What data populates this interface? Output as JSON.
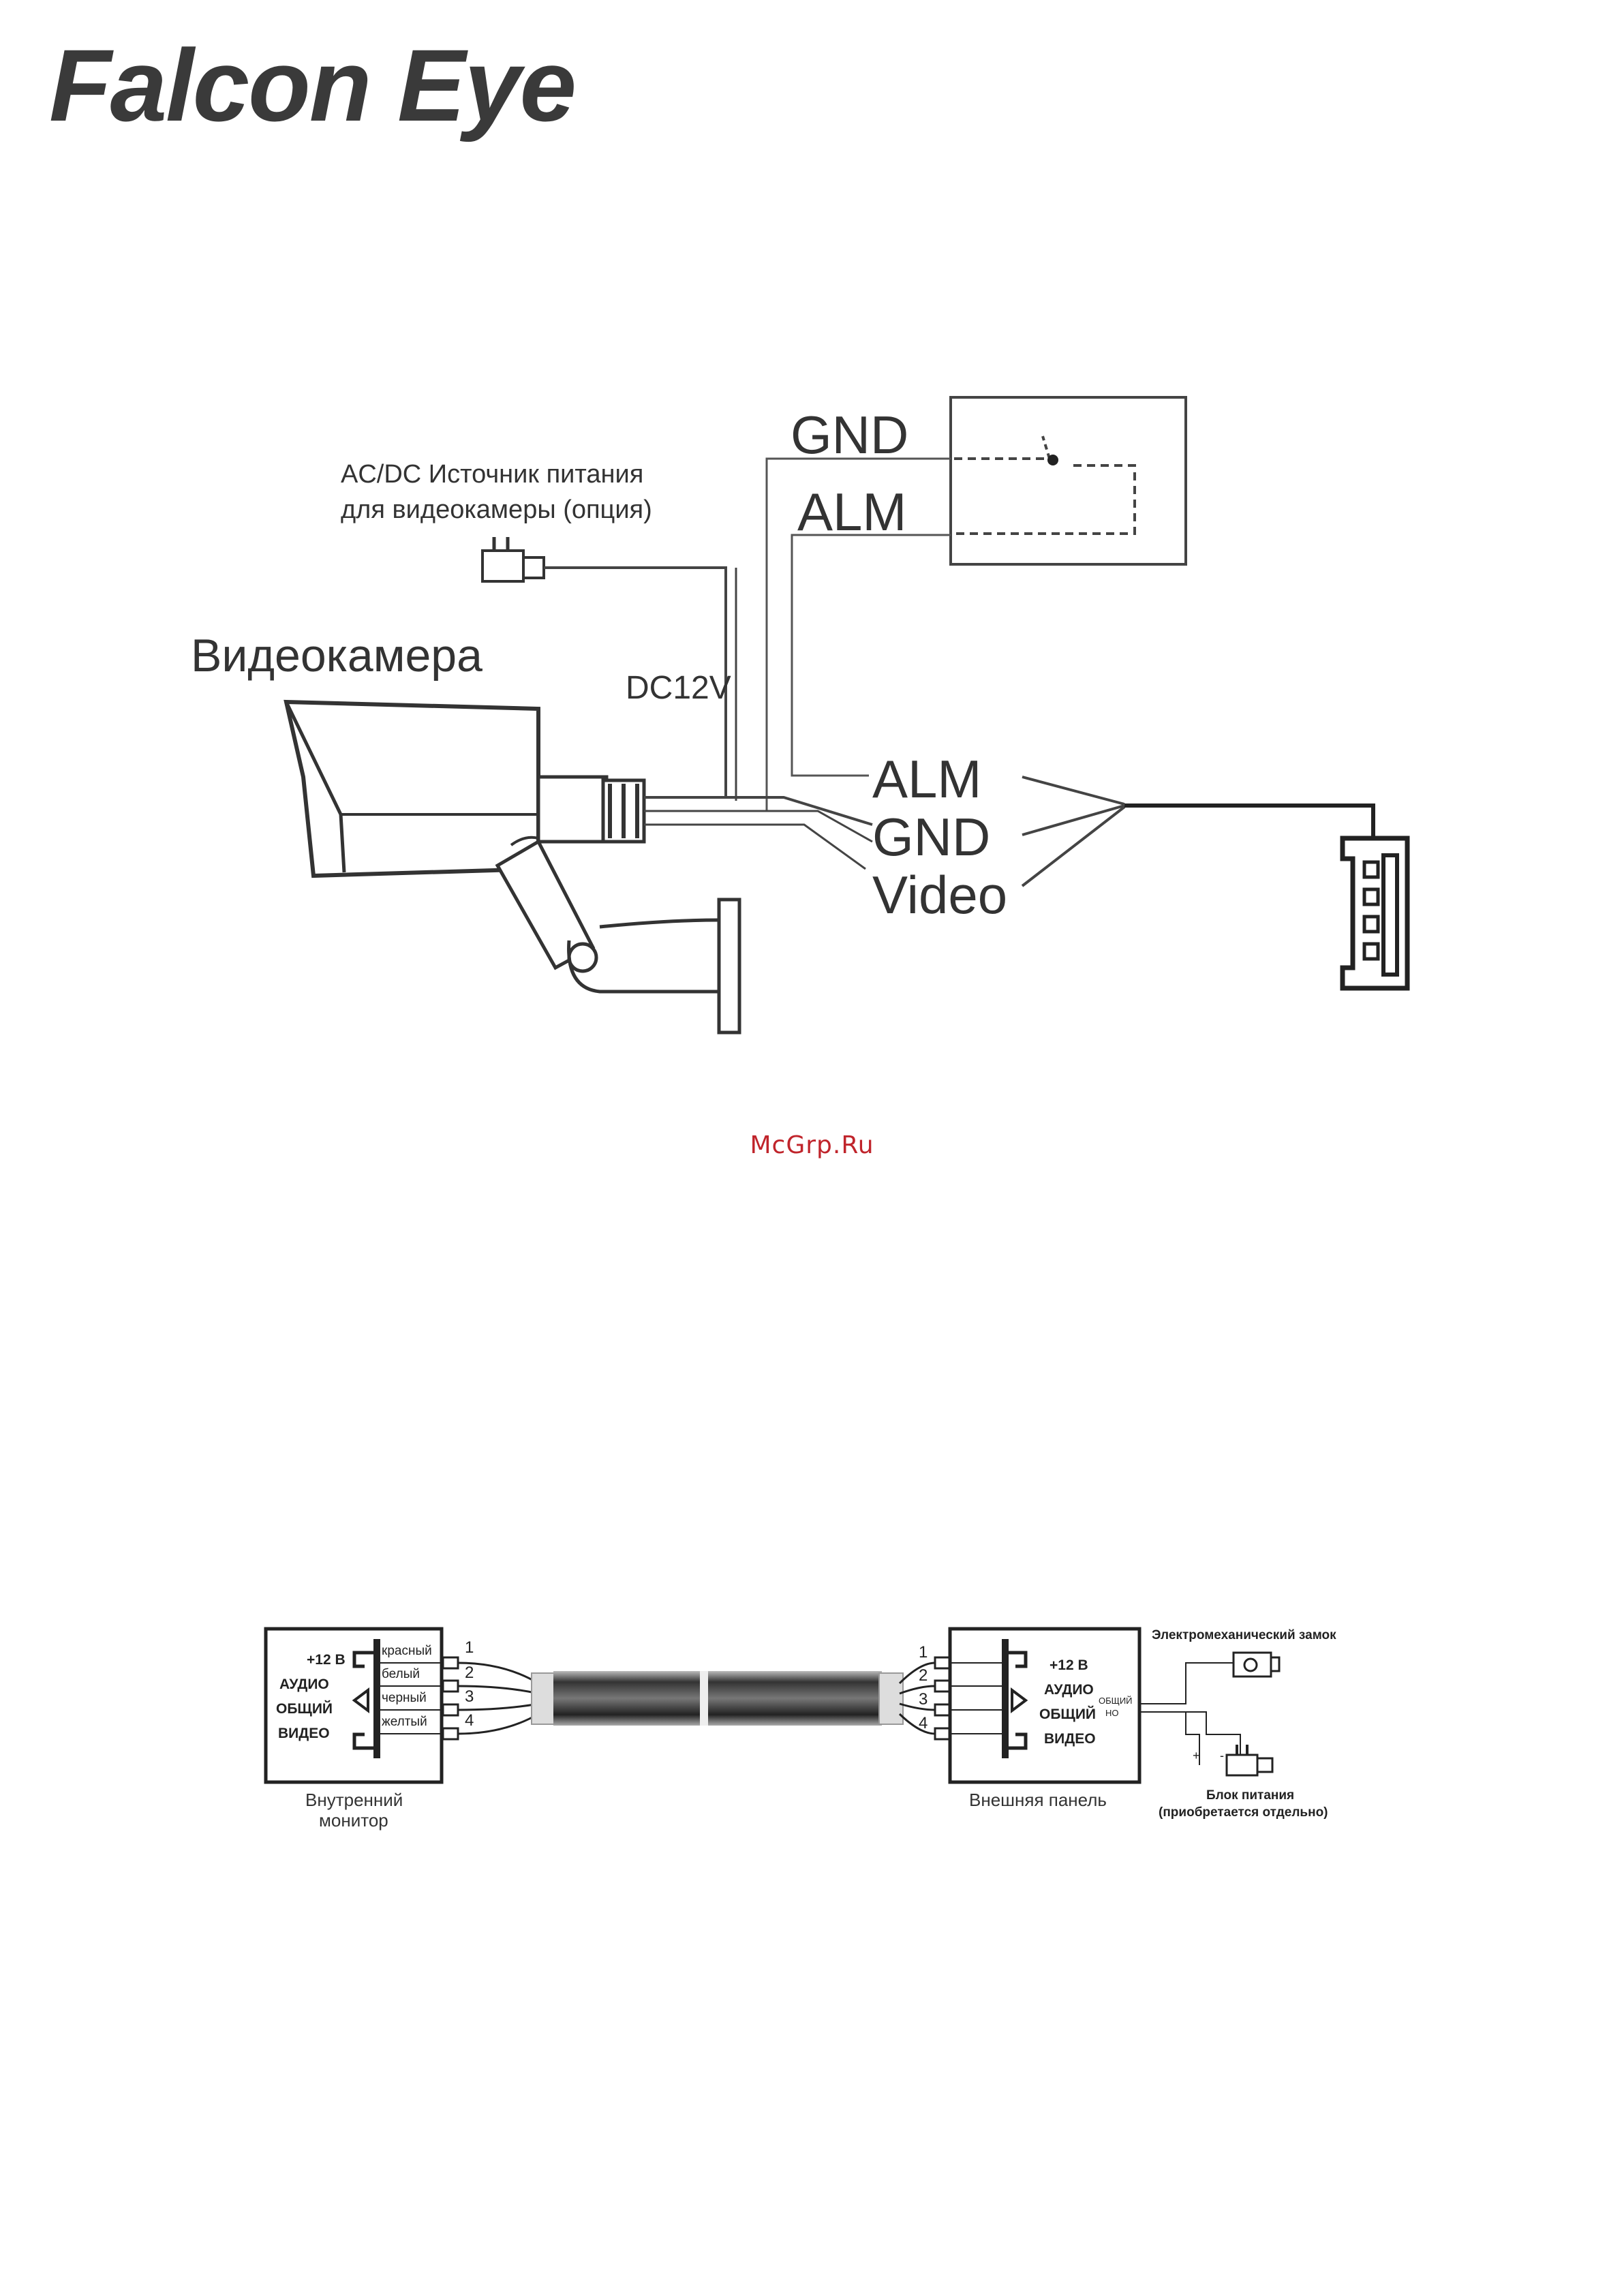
{
  "brand": {
    "logo_text": "Falcon Eye"
  },
  "watermark": "McGrp.Ru",
  "diagram_camera": {
    "power_supply_line1": "AC/DC  Источник питания",
    "power_supply_line2": "для видеокамеры (опция)",
    "camera_label": "Видеокамера",
    "dc_label": "DC12V",
    "box_gnd": "GND",
    "box_alm": "ALM",
    "wire_alm": "ALM",
    "wire_gnd": "GND",
    "wire_video": "Video"
  },
  "diagram_intercom": {
    "monitor_signals": [
      "+12 В",
      "АУДИО",
      "ОБЩИЙ",
      "ВИДЕО"
    ],
    "wire_colors": [
      "красный",
      "белый",
      "черный",
      "желтый"
    ],
    "wire_numbers_left": [
      "1",
      "2",
      "3",
      "4"
    ],
    "wire_numbers_right": [
      "1",
      "2",
      "3",
      "4"
    ],
    "monitor_caption_line1": "Внутренний",
    "monitor_caption_line2": "монитор",
    "panel_signals": [
      "+12 В",
      "АУДИО",
      "ОБЩИЙ",
      "ВИДЕО"
    ],
    "panel_common": "ОБЩИЙ",
    "panel_no": "НО",
    "panel_caption": "Внешняя панель",
    "lock_label": "Электромеханический  замок",
    "plus": "+",
    "minus": "-",
    "psu_label_line1": "Блок питания",
    "psu_label_line2": "(приобретается отдельно)"
  }
}
